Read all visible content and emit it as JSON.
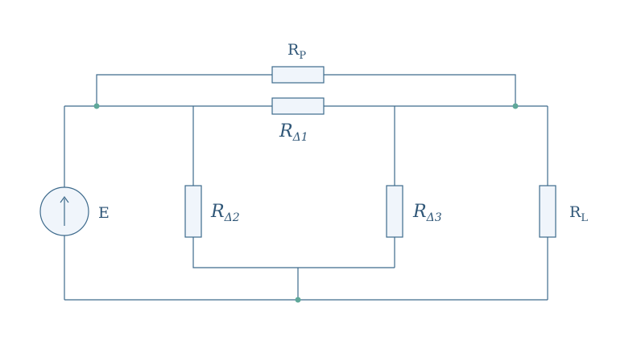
{
  "labels": {
    "rp_main": "R",
    "rp_sub": "P",
    "rd1_main": "R",
    "rd1_sub": "Δ1",
    "rd2_main": "R",
    "rd2_sub": "Δ2",
    "rd3_main": "R",
    "rd3_sub": "Δ3",
    "rl_main": "R",
    "rl_sub": "L",
    "source": "E"
  },
  "colors": {
    "wire": "#3d6a8c",
    "component_fill": "#f0f5fb",
    "node": "#5fa89a",
    "text": "#2f5677"
  }
}
